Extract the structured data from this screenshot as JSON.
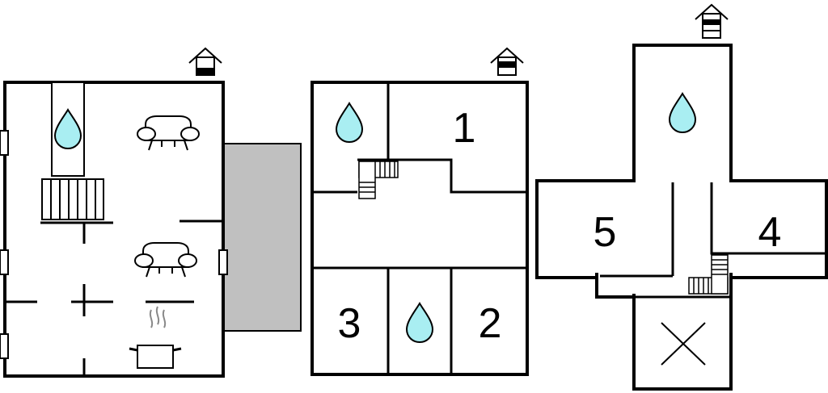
{
  "floor_plan": {
    "room_labels": {
      "room_1": "1",
      "room_2": "2",
      "room_3": "3",
      "room_4": "4",
      "room_5": "5"
    },
    "colors": {
      "wall": "#000000",
      "water": "#a9eef2",
      "terrace": "#c0c0c0",
      "background": "#ffffff"
    },
    "icons": [
      "house-icon",
      "water-drop-icon",
      "sofa-icon",
      "stairs-icon",
      "cooking-pot-icon",
      "window-icon",
      "void-cross-icon"
    ]
  }
}
